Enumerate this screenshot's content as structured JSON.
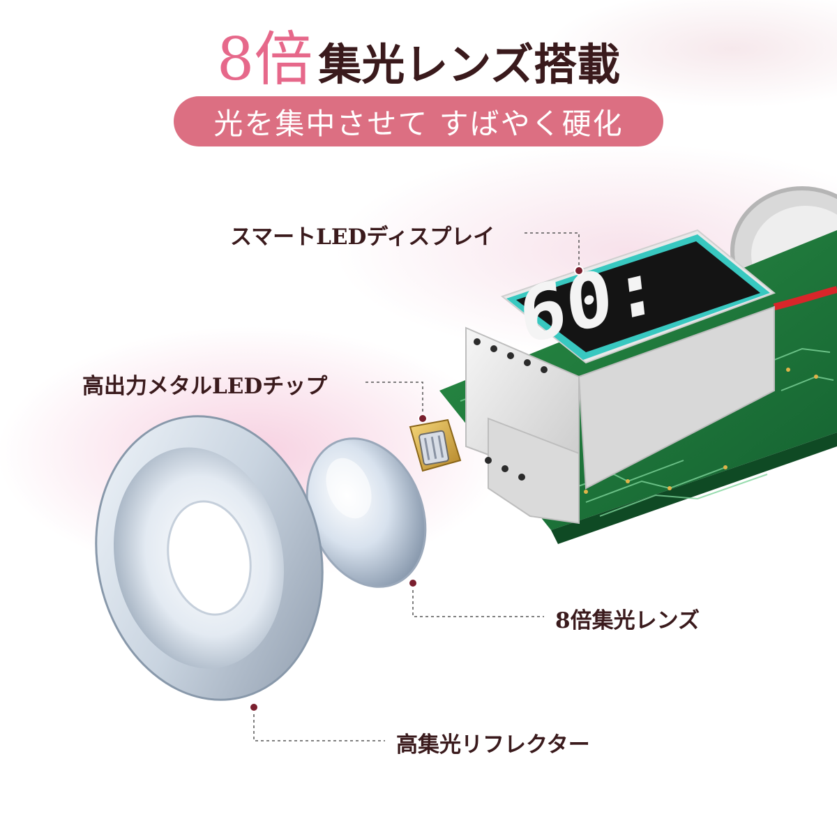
{
  "headline": {
    "accent": "8倍",
    "main": "集光レンズ搭載"
  },
  "subtitle": "光を集中させて すばやく硬化",
  "display_digits": "60:",
  "callouts": {
    "display": "スマートLEDディスプレイ",
    "chip": "高出力メタルLEDチップ",
    "lens": "8倍集光レンズ",
    "reflector": "高集光リフレクター"
  },
  "colors": {
    "accent_pink": "#e6688a",
    "pill_pink": "#dc6f82",
    "dark_text": "#3a1a1c",
    "pcb_green": "#1f7a3a",
    "display_teal": "#38c8c0"
  }
}
